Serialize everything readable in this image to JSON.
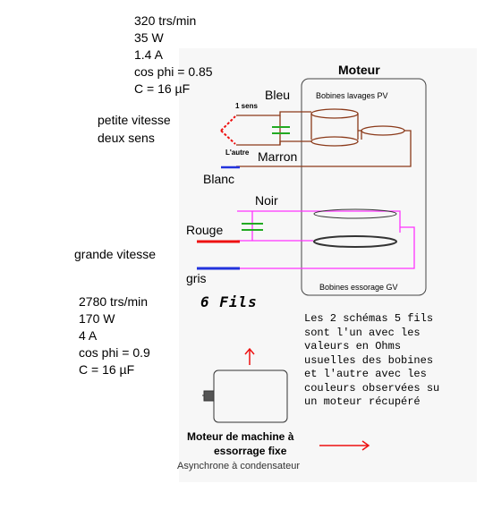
{
  "low_speed": {
    "rpm": "320 trs/min",
    "power": "35 W",
    "current": "1.4 A",
    "cos_phi": "cos phi = 0.85",
    "capacitor": "C = 16 µF"
  },
  "high_speed": {
    "rpm": "2780 trs/min",
    "power": "170 W",
    "current": "4 A",
    "cos_phi": "cos phi = 0.9",
    "capacitor": "C = 16 µF"
  },
  "labels": {
    "low_speed_line1": "petite vitesse",
    "low_speed_line2": "deux sens",
    "high_speed": "grande vitesse",
    "motor_title": "Moteur",
    "low_coils": "Bobines lavages PV",
    "high_coils": "Bobines essorage GV",
    "one_direction": "1 sens",
    "other_direction": "L'autre",
    "wires_count": "6 Fils"
  },
  "wires": {
    "blue": "Bleu",
    "brown": "Marron",
    "white": "Blanc",
    "black": "Noir",
    "red": "Rouge",
    "grey": "gris"
  },
  "note": [
    "Les 2 schémas 5 fils",
    "sont l'un avec les",
    "valeurs en Ohms",
    "usuelles des bobines",
    "et l'autre avec les",
    "couleurs observées su",
    "un moteur récupéré"
  ],
  "caption": {
    "line1": "Moteur de machine à",
    "line2": "essorrage fixe",
    "line3": "Asynchrone à condensateur"
  },
  "colors": {
    "brown_wire": "#8b3a1a",
    "magenta_wire": "#ff33ff",
    "capacitor_green": "#22aa22",
    "red": "#ee1111",
    "blue": "#2233dd"
  }
}
